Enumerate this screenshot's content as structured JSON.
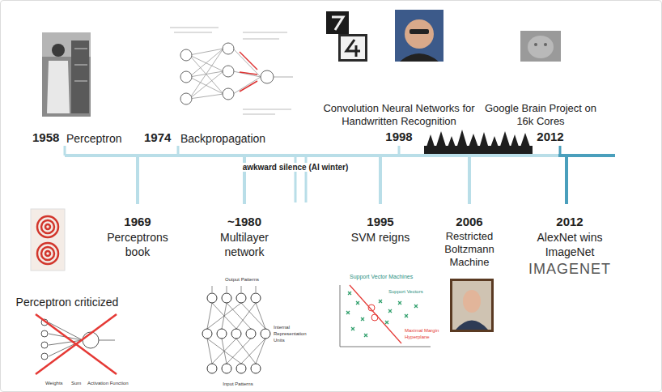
{
  "diagram": {
    "labels": [
      "1958",
      "Perceptron",
      "1974",
      "Backpropagation",
      "Convolution Neural Networks for Handwritten Recognition",
      "1998",
      "Google Brain Project on 16k Cores",
      "2012",
      "awkward silence (AI winter)",
      "1969",
      "Perceptrons book",
      "~1980",
      "Multilayer network",
      "1995",
      "SVM reigns",
      "2006",
      "Restricted Boltzmann Machine",
      "2012",
      "AlexNet wins ImageNet",
      "IMAGENET",
      "Perceptron criticized",
      "Support Vector Machines",
      "Support Vectors",
      "Maximal Margin Hyperplane",
      "Output Patterns",
      "Internal Representation Units",
      "Input Patterns",
      "Weights",
      "Sum",
      "Activation Function"
    ]
  }
}
